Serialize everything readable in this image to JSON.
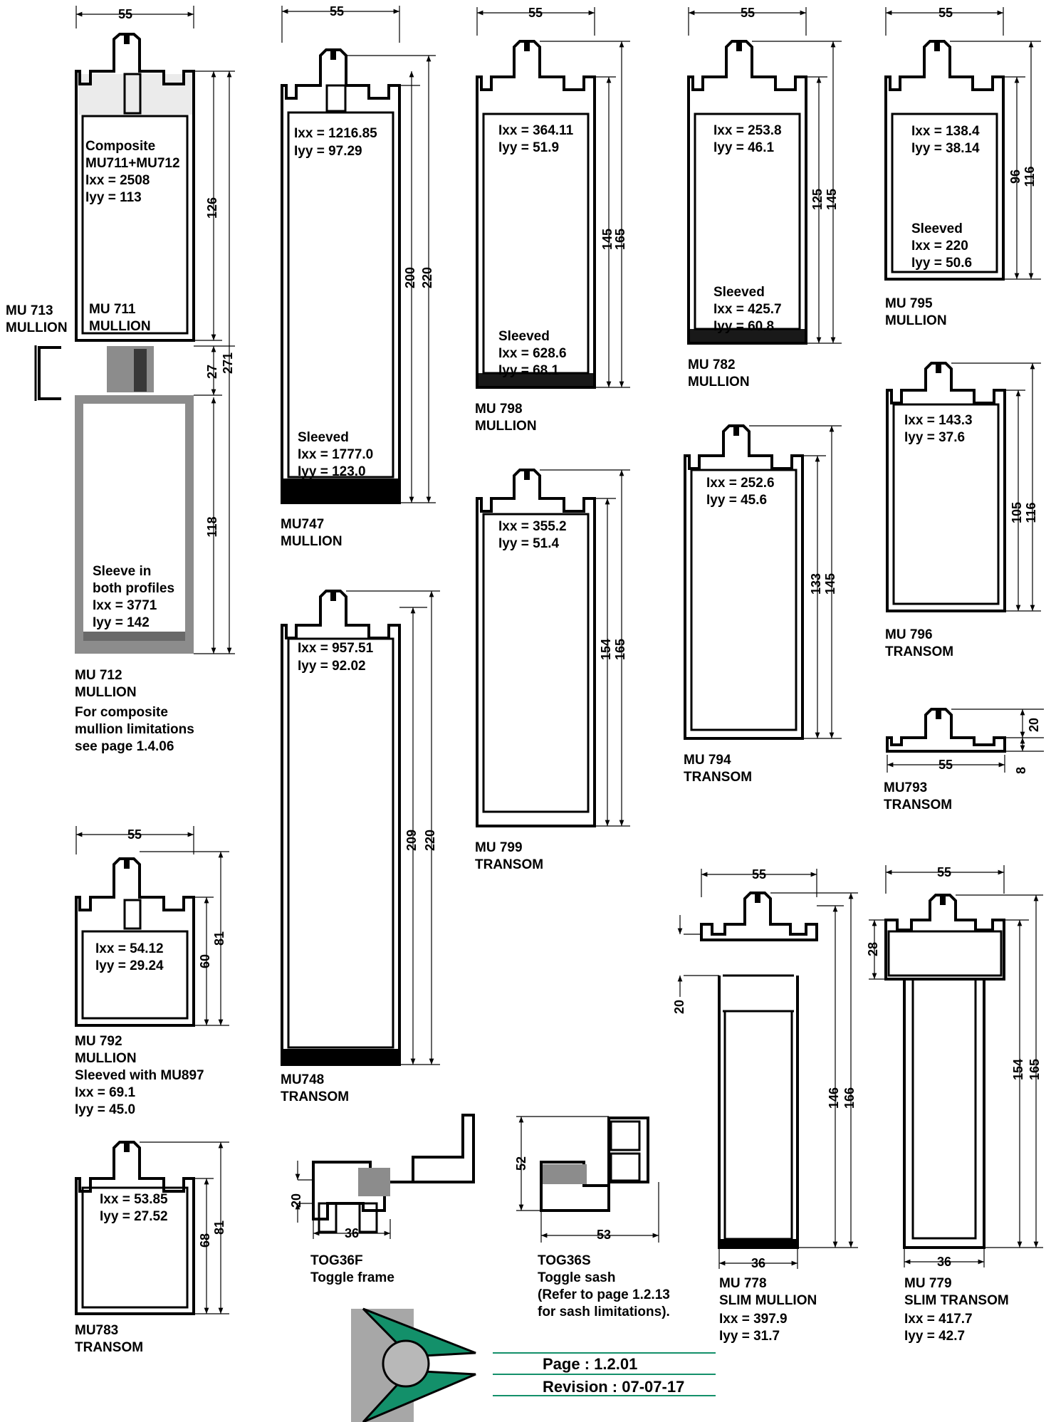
{
  "profiles": {
    "mu711": {
      "iprops": [
        "Composite",
        "MU711+MU712",
        "Ixx = 2508",
        "Iyy = 113"
      ],
      "name": [
        "MU 711",
        "MULLION"
      ],
      "dims": {
        "w": "55",
        "h126": "126",
        "h27": "27",
        "h271": "271",
        "h118": "118"
      }
    },
    "mu713": {
      "name": [
        "MU 713",
        "MULLION"
      ]
    },
    "mu712": {
      "iprops": [
        "Sleeve in",
        "both profiles",
        "Ixx = 3771",
        "Iyy = 142"
      ],
      "name": [
        "MU 712",
        "MULLION",
        "For composite",
        "mullion limitations",
        "see page 1.4.06"
      ]
    },
    "mu747": {
      "iprops": [
        "Ixx = 1216.85",
        "Iyy = 97.29"
      ],
      "sleeved": [
        "Sleeved",
        "Ixx = 1777.0",
        "Iyy = 123.0"
      ],
      "name": [
        "MU747",
        "MULLION"
      ],
      "dims": {
        "w": "55",
        "h1": "200",
        "h2": "220"
      }
    },
    "mu748": {
      "iprops": [
        "Ixx = 957.51",
        "Iyy = 92.02"
      ],
      "name": [
        "MU748",
        "TRANSOM"
      ],
      "dims": {
        "h1": "209",
        "h2": "220"
      }
    },
    "mu798": {
      "iprops": [
        "Ixx = 364.11",
        "Iyy = 51.9"
      ],
      "sleeved": [
        "Sleeved",
        "Ixx = 628.6",
        "Iyy = 68.1"
      ],
      "name": [
        "MU 798",
        "MULLION"
      ],
      "dims": {
        "w": "55",
        "h1": "145",
        "h2": "165"
      }
    },
    "mu799": {
      "iprops": [
        "Ixx = 355.2",
        "Iyy = 51.4"
      ],
      "name": [
        "MU 799",
        "TRANSOM"
      ],
      "dims": {
        "h1": "154",
        "h2": "165"
      }
    },
    "mu782": {
      "iprops": [
        "Ixx = 253.8",
        "Iyy = 46.1"
      ],
      "sleeved": [
        "Sleeved",
        "Ixx = 425.7",
        "Iyy = 60.8"
      ],
      "name": [
        "MU 782",
        "MULLION"
      ],
      "dims": {
        "w": "55",
        "h1": "125",
        "h2": "145"
      }
    },
    "mu794": {
      "iprops": [
        "Ixx = 252.6",
        "Iyy = 45.6"
      ],
      "name": [
        "MU 794",
        "TRANSOM"
      ],
      "dims": {
        "h1": "133",
        "h2": "145"
      }
    },
    "mu795": {
      "iprops": [
        "Ixx = 138.4",
        "Iyy = 38.14"
      ],
      "sleeved": [
        "Sleeved",
        "Ixx = 220",
        "Iyy = 50.6"
      ],
      "name": [
        "MU 795",
        "MULLION"
      ],
      "dims": {
        "w": "55",
        "h1": "96",
        "h2": "116"
      }
    },
    "mu796": {
      "iprops": [
        "Ixx = 143.3",
        "Iyy = 37.6"
      ],
      "name": [
        "MU 796",
        "TRANSOM"
      ],
      "dims": {
        "h1": "105",
        "h2": "116"
      }
    },
    "mu793": {
      "name": [
        "MU793",
        "TRANSOM"
      ],
      "dims": {
        "w": "55",
        "h1": "20",
        "h2": "8"
      }
    },
    "mu792": {
      "iprops": [
        "Ixx = 54.12",
        "Iyy = 29.24"
      ],
      "name": [
        "MU 792",
        "MULLION",
        "Sleeved with MU897",
        "Ixx = 69.1",
        "Iyy = 45.0"
      ],
      "dims": {
        "w": "55",
        "h1": "60",
        "h2": "81"
      }
    },
    "mu783": {
      "iprops": [
        "Ixx = 53.85",
        "Iyy = 27.52"
      ],
      "name": [
        "MU783",
        "TRANSOM"
      ],
      "dims": {
        "h1": "68",
        "h2": "81"
      }
    },
    "tog36f": {
      "name": [
        "TOG36F",
        "Toggle frame"
      ],
      "dims": {
        "h": "20",
        "w": "36"
      }
    },
    "tog36s": {
      "name": [
        "TOG36S",
        "Toggle sash",
        "(Refer to page 1.2.13",
        "for sash limitations)."
      ],
      "dims": {
        "h": "52",
        "w": "53"
      }
    },
    "mu778": {
      "name": [
        "MU 778",
        "SLIM MULLION",
        "Ixx = 397.9",
        "Iyy = 31.7"
      ],
      "dims": {
        "w": "55",
        "h20": "20",
        "h1": "146",
        "h2": "166",
        "b": "36"
      }
    },
    "mu779": {
      "name": [
        "MU 779",
        "SLIM TRANSOM",
        "Ixx = 417.7",
        "Iyy = 42.7"
      ],
      "dims": {
        "w": "55",
        "h28": "28",
        "h1": "154",
        "h2": "165",
        "b": "36"
      }
    }
  },
  "footer": {
    "page": "Page : 1.2.01",
    "revision": "Revision : 07-07-17"
  },
  "colors": {
    "logo_green": "#13906a",
    "logo_grey": "#a7a7a7",
    "line": "#000000"
  }
}
